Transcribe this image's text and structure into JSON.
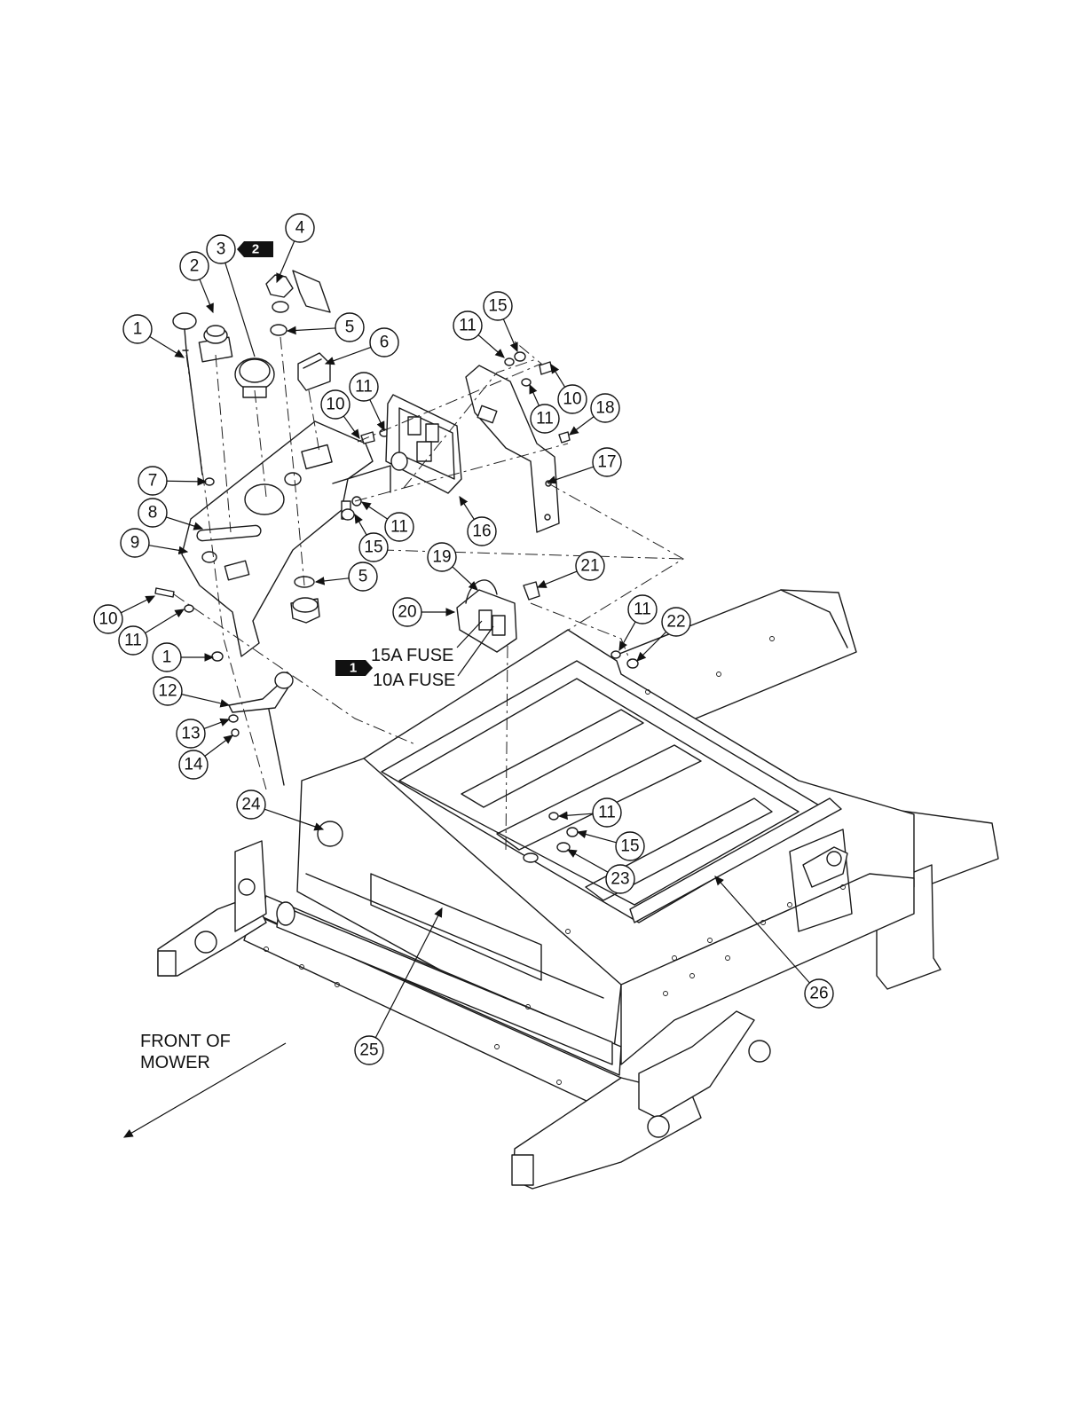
{
  "diagram": {
    "callouts": [
      "1",
      "2",
      "3",
      "4",
      "5",
      "6",
      "11",
      "15",
      "10",
      "18",
      "11",
      "10",
      "11",
      "7",
      "8",
      "9",
      "17",
      "16",
      "15",
      "11",
      "5",
      "19",
      "21",
      "20",
      "10",
      "11",
      "1",
      "12",
      "13",
      "14",
      "11",
      "22",
      "24",
      "11",
      "15",
      "23",
      "26",
      "25"
    ],
    "fuse_labels": {
      "fuse_15a": "15A FUSE",
      "fuse_10a": "10A FUSE"
    },
    "badges": {
      "badge_1": "1",
      "badge_2": "2"
    },
    "front_label_line1": "FRONT OF",
    "front_label_line2": "MOWER"
  }
}
